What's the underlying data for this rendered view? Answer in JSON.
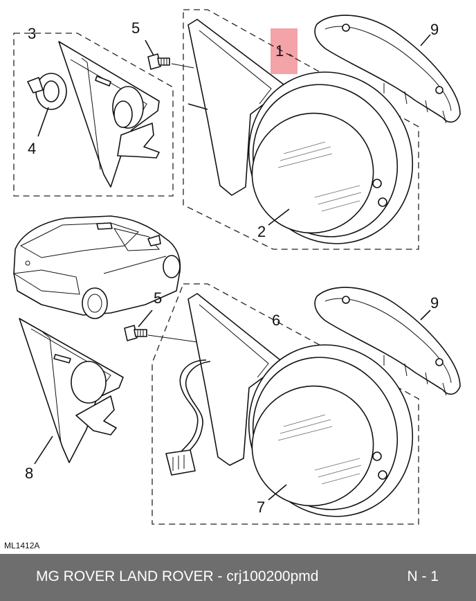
{
  "diagram": {
    "callouts": {
      "c1": "1",
      "c2": "2",
      "c3": "3",
      "c4": "4",
      "c5a": "5",
      "c9a": "9",
      "c5b": "5",
      "c6": "6",
      "c7": "7",
      "c8": "8",
      "c9b": "9"
    },
    "reference_code": "ML1412A",
    "highlight_color": "#f4a3a8"
  },
  "footer": {
    "title": "MG ROVER LAND ROVER - crj100200pmd",
    "page": "N - 1",
    "background": "#6e6e6e"
  }
}
